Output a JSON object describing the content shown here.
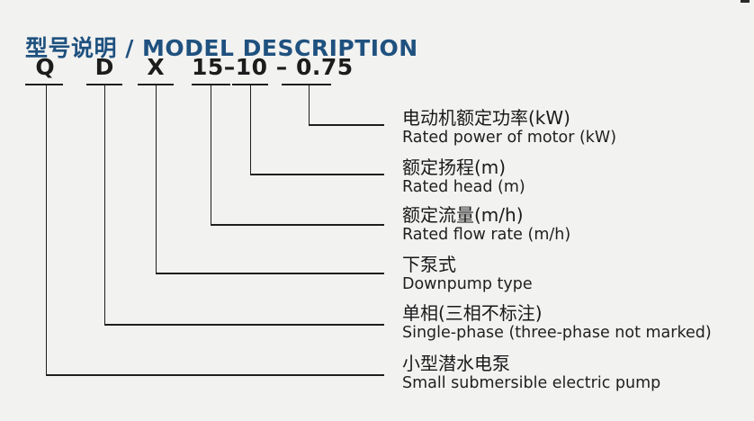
{
  "page": {
    "title": "型号说明 / MODEL DESCRIPTION"
  },
  "model_code": {
    "numeric_display": "15–10 – 0.75"
  },
  "segments": [
    {
      "code": "Q",
      "label_zh": "小型潜水电泵",
      "label_en": "Small submersible electric pump"
    },
    {
      "code": "D",
      "label_zh": "单相(三相不标注)",
      "label_en": "Single-phase (three-phase not marked)"
    },
    {
      "code": "X",
      "label_zh": "下泵式",
      "label_en": "Downpump type"
    },
    {
      "code": "15",
      "label_zh": "额定流量(m/h)",
      "label_en": "Rated flow rate (m/h)"
    },
    {
      "code": "10",
      "label_zh": "额定扬程(m)",
      "label_en": "Rated head (m)"
    },
    {
      "code": "0.75",
      "label_zh": "电动机额定功率(kW)",
      "label_en": "Rated power of motor (kW)"
    }
  ],
  "colors": {
    "title": "#1f517f",
    "line": "#1e1e1e",
    "text": "#1a1a1a",
    "background": "#f2f2f1"
  }
}
